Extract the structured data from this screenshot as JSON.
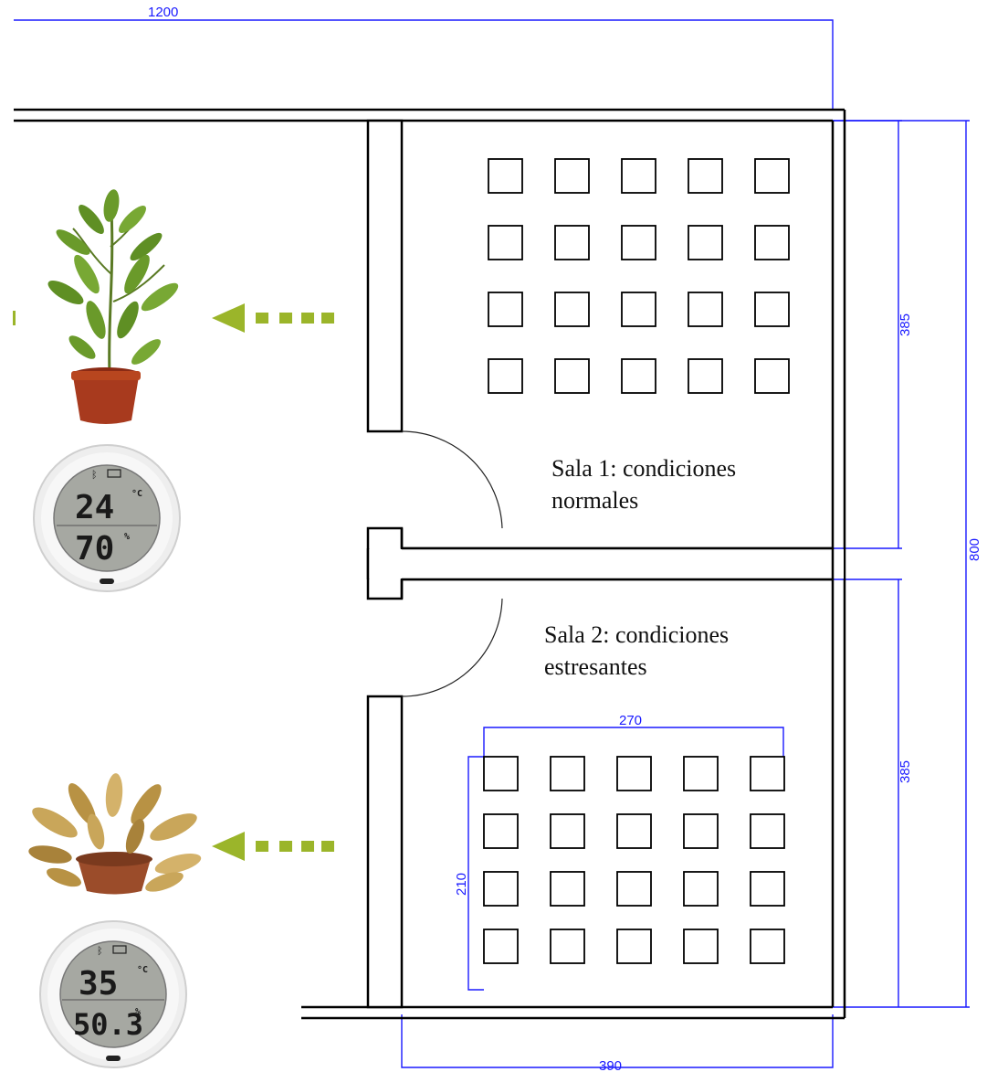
{
  "dimensions": {
    "total_width": "1200",
    "total_height": "800",
    "room1_height": "385",
    "room2_height": "385",
    "grid_width": "270",
    "grid_height": "210",
    "room_width": "390"
  },
  "rooms": [
    {
      "line1": "Sala 1: condiciones",
      "line2": "normales"
    },
    {
      "line1": "Sala 2: condiciones",
      "line2": "estresantes"
    }
  ],
  "sensors": [
    {
      "temperature": "24",
      "humidity": "70",
      "unit_temp": "°C",
      "unit_hum": "%"
    },
    {
      "temperature": "35",
      "humidity": "50.3",
      "unit_temp": "°C",
      "unit_hum": "%"
    }
  ],
  "plants": [
    {
      "state": "healthy"
    },
    {
      "state": "wilted"
    }
  ],
  "colors": {
    "dimension": "#1a1aff",
    "arrow": "#9bb52a",
    "wall": "#000000"
  },
  "icons": [
    "arrow-left-icon",
    "bluetooth-icon",
    "battery-icon"
  ]
}
